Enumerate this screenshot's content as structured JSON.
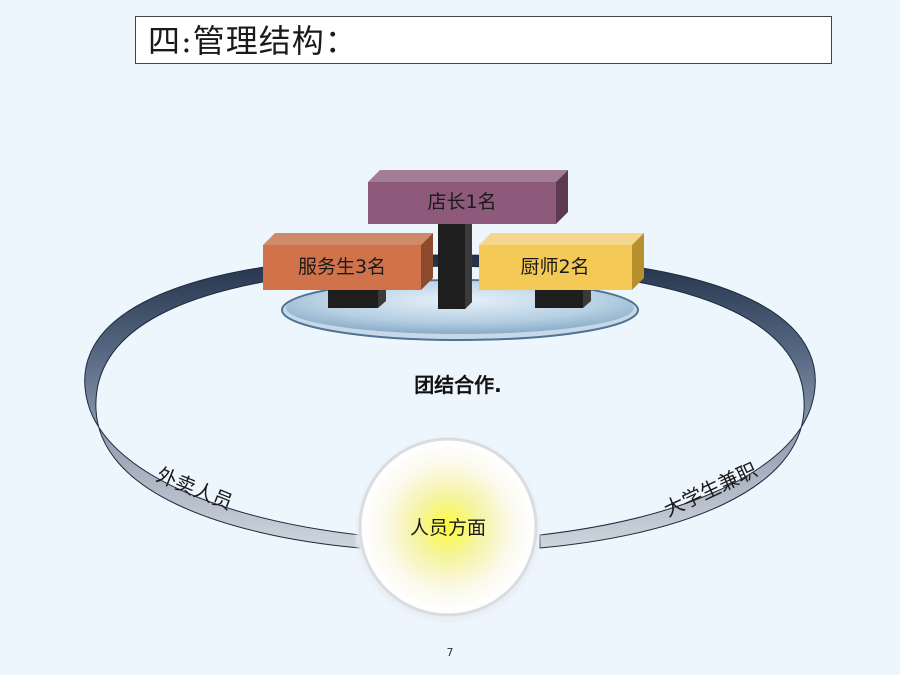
{
  "title": "四:管理结构：",
  "center_caption": "团结合作.",
  "roles": {
    "manager": "店长1名",
    "waiters": "服务生3名",
    "chefs": "厨师2名"
  },
  "ring": {
    "left_label": "外卖人员",
    "right_label": "大学生兼职",
    "hub_label": "人员方面"
  },
  "colors": {
    "manager": "#8d5a7c",
    "waiters": "#d0734a",
    "chefs": "#f5c955",
    "ring": "#8b95a8",
    "hub_glow": "#f4f35c"
  },
  "page_number": "7"
}
